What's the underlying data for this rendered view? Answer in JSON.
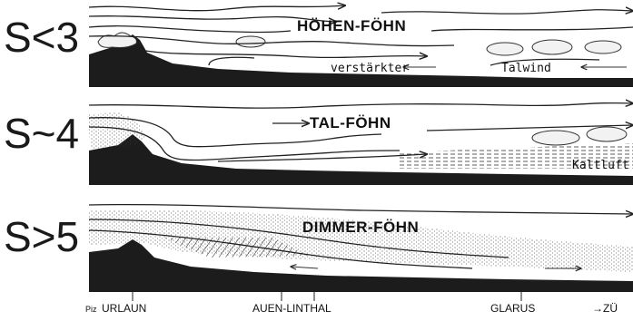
{
  "panels": [
    {
      "stability_label": "S<3",
      "title": "HÖHEN-FÖHN",
      "annotations": [
        "verstärkter",
        "Talwind"
      ]
    },
    {
      "stability_label": "S~4",
      "title": "TAL-FÖHN",
      "annotations": [
        "Kaltluft"
      ]
    },
    {
      "stability_label": "S>5",
      "title": "DIMMER-FÖHN",
      "annotations": []
    }
  ],
  "places": [
    {
      "prefix": "Piz",
      "name": "URLAUN"
    },
    {
      "prefix": "",
      "name": "AUEN-LINTHAL"
    },
    {
      "prefix": "",
      "name": "GLARUS"
    },
    {
      "prefix": "",
      "name": "→ZÜ"
    }
  ]
}
